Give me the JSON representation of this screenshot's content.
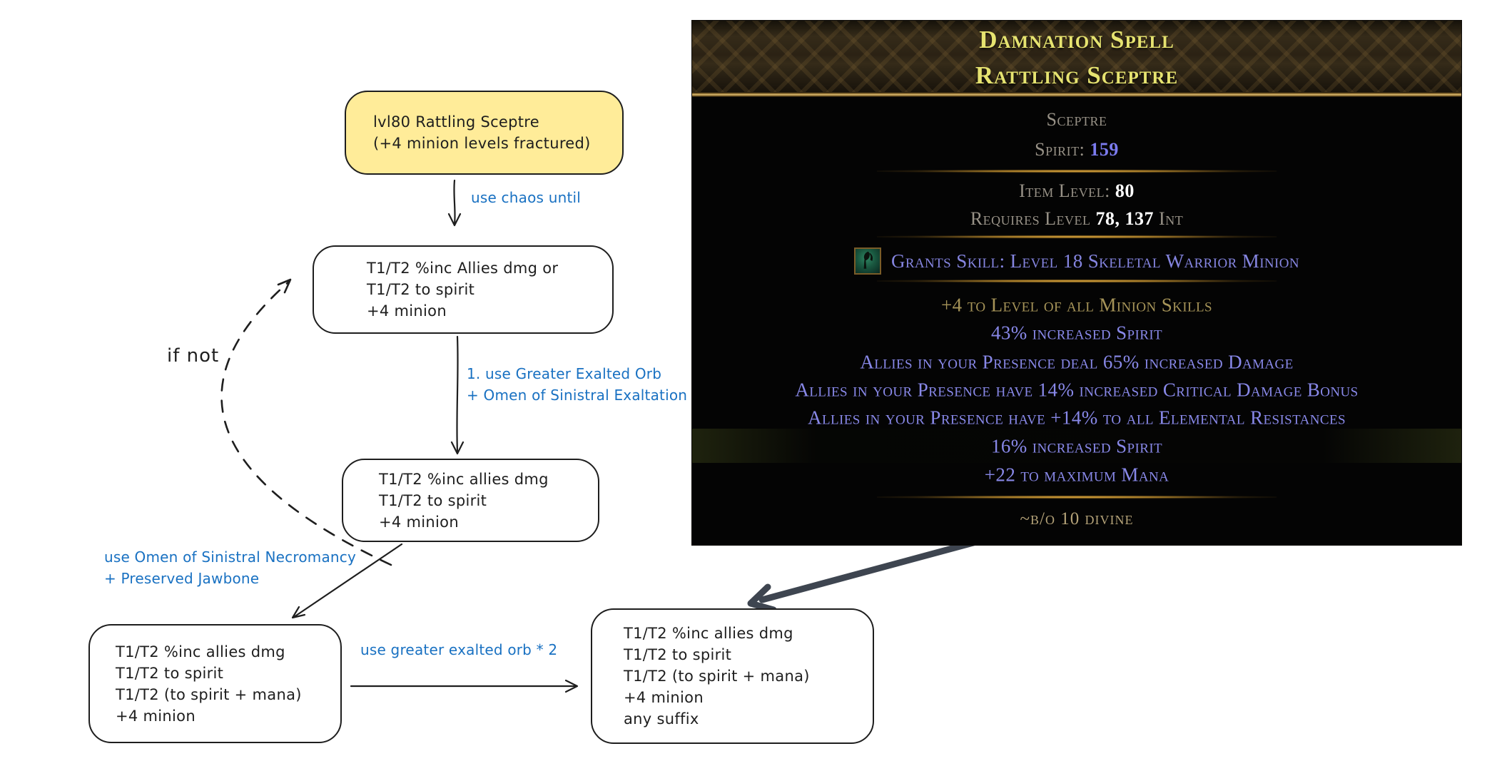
{
  "flowchart": {
    "stroke_color": "#1e1e1e",
    "label_color": "#1971c2",
    "start_box_fill": "#ffec99",
    "boxes": [
      {
        "name": "start",
        "lines": [
          "lvl80 Rattling Sceptre",
          "(+4 minion levels fractured)"
        ]
      },
      {
        "name": "chaos-result",
        "lines": [
          "T1/T2 %inc Allies dmg or",
          "T1/T2 to spirit",
          "+4 minion"
        ]
      },
      {
        "name": "exalt-result",
        "lines": [
          "T1/T2 %inc allies dmg",
          "T1/T2 to spirit",
          "+4 minion"
        ]
      },
      {
        "name": "jawbone-result",
        "lines": [
          "T1/T2 %inc allies dmg",
          "T1/T2 to spirit",
          "T1/T2 (to spirit + mana)",
          "+4 minion"
        ]
      },
      {
        "name": "final-result",
        "lines": [
          "T1/T2 %inc allies dmg",
          "T1/T2 to spirit",
          "T1/T2 (to spirit + mana)",
          "+4 minion",
          "any suffix"
        ]
      }
    ],
    "labels": {
      "use_chaos": "use chaos until",
      "exalt_line1": "1. use Greater Exalted Orb",
      "exalt_line2": "+ Omen of Sinistral Exaltation",
      "necro_line1": "use Omen of Sinistral Necromancy",
      "necro_line2": "+ Preserved Jawbone",
      "greater_exalt": "use greater exalted orb * 2",
      "if_not": "if not"
    }
  },
  "tooltip": {
    "title_line1": "Damnation Spell",
    "title_line2": "Rattling Sceptre",
    "base_type": "Sceptre",
    "spirit_label": "Spirit:",
    "spirit_value": "159",
    "item_level_label": "Item Level:",
    "item_level_value": "80",
    "requires_label": "Requires Level",
    "requires_level": "78,",
    "requires_int_value": "137",
    "requires_int_label": "Int",
    "grants_skill": "Grants Skill: Level 18 Skeletal Warrior Minion",
    "mods": [
      {
        "text": "+4 to Level of all Minion Skills",
        "type": "fractured"
      },
      {
        "text": "43% increased Spirit",
        "type": "magic"
      },
      {
        "text": "Allies in your Presence deal 65% increased Damage",
        "type": "magic"
      },
      {
        "text": "Allies in your Presence have 14% increased Critical Damage Bonus",
        "type": "magic"
      },
      {
        "text": "Allies in your Presence have +14% to all Elemental Resistances",
        "type": "magic"
      },
      {
        "text": "16% increased Spirit",
        "type": "magic"
      },
      {
        "text": "+22 to maximum Mana",
        "type": "magic"
      }
    ],
    "note": "~b/o 10 divine",
    "colors": {
      "rare_name": "#e6e370",
      "magic_mod": "#8888e8",
      "fractured_mod": "#a59358",
      "label_gray": "#989287",
      "value_white": "#ffffff",
      "spirit_value_blue": "#7b7bef",
      "note_tan": "#b4a278",
      "header_gold": "#dcbb70"
    }
  }
}
